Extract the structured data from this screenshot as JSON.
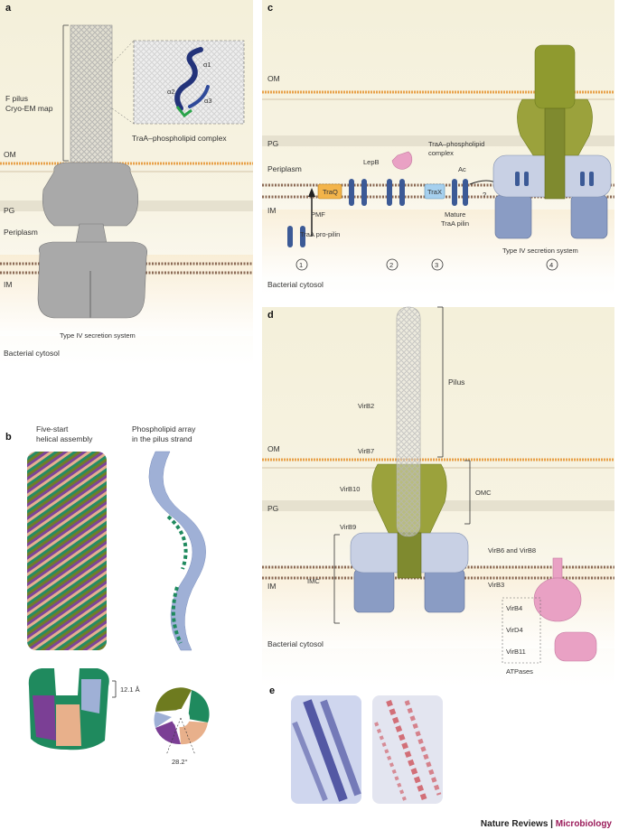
{
  "colors": {
    "membrane_head": "#e8a14a",
    "pilin_blue": "#3c5a96",
    "pilus_olive": "#7f8a2f",
    "membrane_bead": "#8b6a55",
    "vir_pink": "#e9a1c4",
    "subunit_blue": "#9fb0d6",
    "subunit_green": "#1f8a5e",
    "subunit_olive": "#6e7b1f",
    "subunit_purple": "#7b3f95",
    "subunit_peach": "#e8b08b",
    "brand": "#9b1b5a"
  },
  "panel_a": {
    "letter": "a",
    "map_label_1": "F pilus",
    "map_label_2": "Cryo-EM map",
    "inset_label": "TraA–phospholipid complex",
    "helix_labels": [
      "α1",
      "α2",
      "α3"
    ],
    "om": "OM",
    "pg": "PG",
    "periplasm": "Periplasm",
    "im": "IM",
    "system": "Type IV secretion system",
    "cytosol": "Bacterial cytosol"
  },
  "panel_b": {
    "letter": "b",
    "left_title_1": "Five-start",
    "left_title_2": "helical assembly",
    "right_title_1": "Phospholipid array",
    "right_title_2": "in the pilus strand",
    "rise": "12.1 Å",
    "angle": "28.2°"
  },
  "panel_c": {
    "letter": "c",
    "om": "OM",
    "pg": "PG",
    "periplasm": "Periplasm",
    "im": "IM",
    "lepb": "LepB",
    "traq": "TraQ",
    "trax": "TraX",
    "pmf": "PMF",
    "ac": "Ac",
    "complex_1": "TraA–phospholipid",
    "complex_2": "complex",
    "pro_pilin": "TraA pro-pilin",
    "mature_1": "Mature",
    "mature_2": "TraA pilin",
    "question": "?",
    "system": "Type IV secretion system",
    "cytosol": "Bacterial cytosol",
    "steps": [
      "1",
      "2",
      "3",
      "4"
    ]
  },
  "panel_d": {
    "letter": "d",
    "pilus": "Pilus",
    "virb2": "VirB2",
    "om": "OM",
    "virb7": "VirB7",
    "virb10": "VirB10",
    "pg": "PG",
    "omc": "OMC",
    "virb9": "VirB9",
    "virb6_8": "VirB6 and VirB8",
    "im": "IM",
    "imc": "IMC",
    "virb3": "VirB3",
    "virb4": "VirB4",
    "virD4": "VirD4",
    "virb11": "VirB11",
    "atpases": "ATPases",
    "cytosol": "Bacterial cytosol"
  },
  "panel_e": {
    "letter": "e"
  },
  "footer": {
    "journal": "Nature Reviews",
    "separator": "|",
    "brand": "Microbiology"
  }
}
